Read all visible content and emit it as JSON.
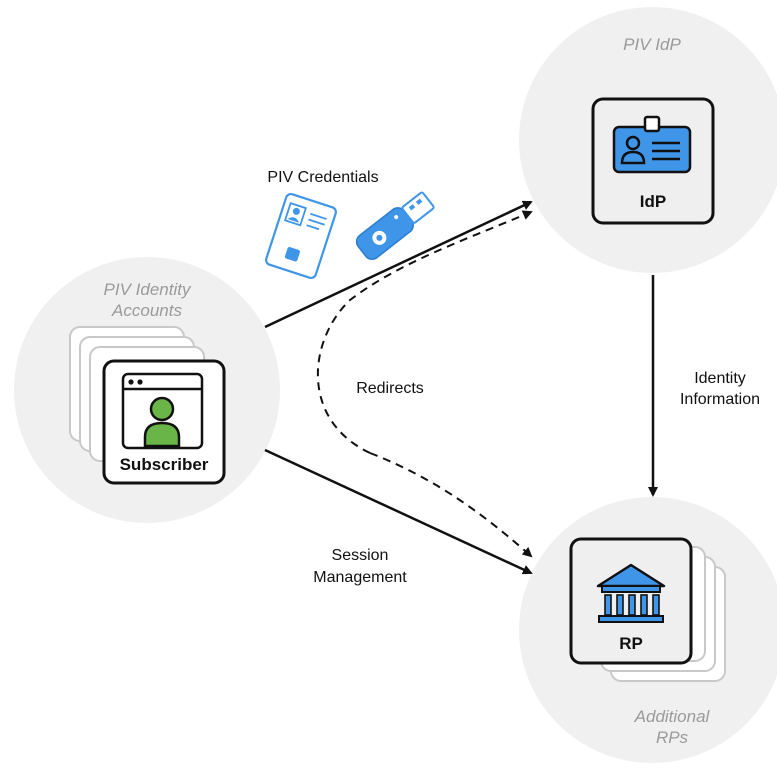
{
  "nodes": {
    "subscriber": {
      "caption_line1": "PIV Identity",
      "caption_line2": "Accounts",
      "label": "Subscriber"
    },
    "idp": {
      "caption": "PIV IdP",
      "label": "IdP"
    },
    "rp": {
      "label": "RP",
      "caption_line1": "Additional",
      "caption_line2": "RPs"
    }
  },
  "edges": {
    "piv_credentials": "PIV Credentials",
    "redirects": "Redirects",
    "identity_information_line1": "Identity",
    "identity_information_line2": "Information",
    "session_management_line1": "Session",
    "session_management_line2": "Management"
  },
  "icons": {
    "subscriber": "user-browser-icon",
    "idp": "id-badge-icon",
    "rp": "bank-building-icon",
    "credentials": [
      "piv-card-icon",
      "security-key-icon"
    ]
  },
  "colors": {
    "circle_bg": "#f0f0f0",
    "box_bg": "#efefef",
    "box_border": "#111111",
    "stack_border": "#c8c8c8",
    "accent_blue": "#3f96e8",
    "accent_green": "#69b548",
    "caption": "#9a9a9a"
  }
}
